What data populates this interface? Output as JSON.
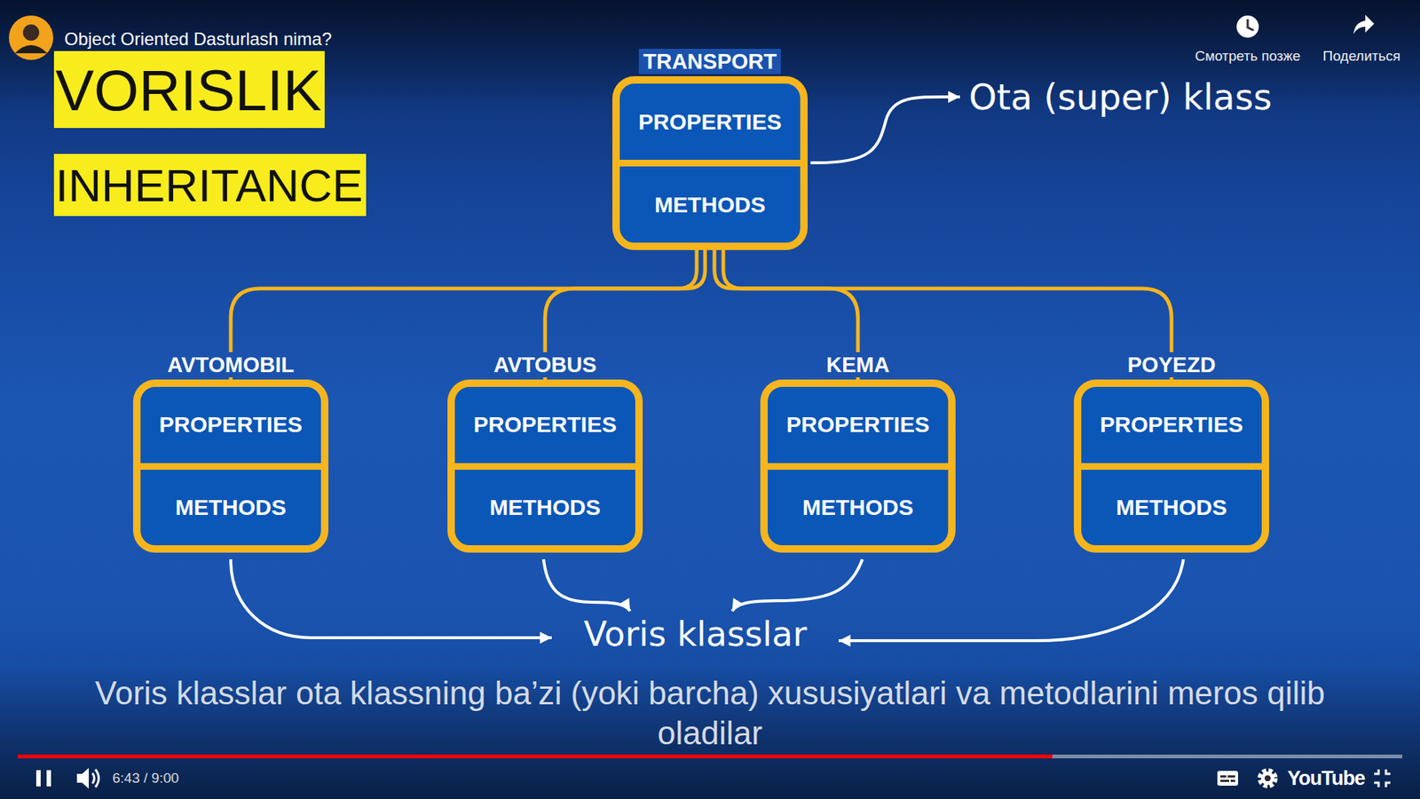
{
  "diagram": {
    "title": "VORISLIK",
    "caption": "Voris klasslar ota klassning ba’zi (yoki barcha) xususiyatlari va metodlarini meros qilib oladilar",
    "nodes": [
      {
        "text": [
          "TRANSPORT",
          "PROPERTIES",
          "METHODS"
        ]
      },
      {
        "text": [
          "AVTOMOBIL",
          "PROPERTIES",
          "METHODS"
        ]
      },
      {
        "text": [
          "AVTOBUS",
          "PROPERTIES",
          "METHODS"
        ]
      },
      {
        "text": [
          "KEMA",
          "PROPERTIES",
          "METHODS"
        ]
      },
      {
        "text": [
          "POYEZD",
          "PROPERTIES",
          "METHODS"
        ]
      }
    ],
    "edges": [
      {
        "from": 0,
        "to": 1,
        "arrow": "to"
      },
      {
        "from": 0,
        "to": 2,
        "arrow": "to"
      },
      {
        "from": 0,
        "to": 3,
        "arrow": "to"
      },
      {
        "from": 0,
        "to": 4,
        "arrow": "to"
      }
    ],
    "labels": [
      "INHERITANCE",
      "Ota (super) klass",
      "Voris klasslar",
      "Object Oriented Dasturlash nima?",
      "Смотреть позже",
      "Поделиться",
      "6:43 / 9:00",
      "YouTube"
    ]
  }
}
